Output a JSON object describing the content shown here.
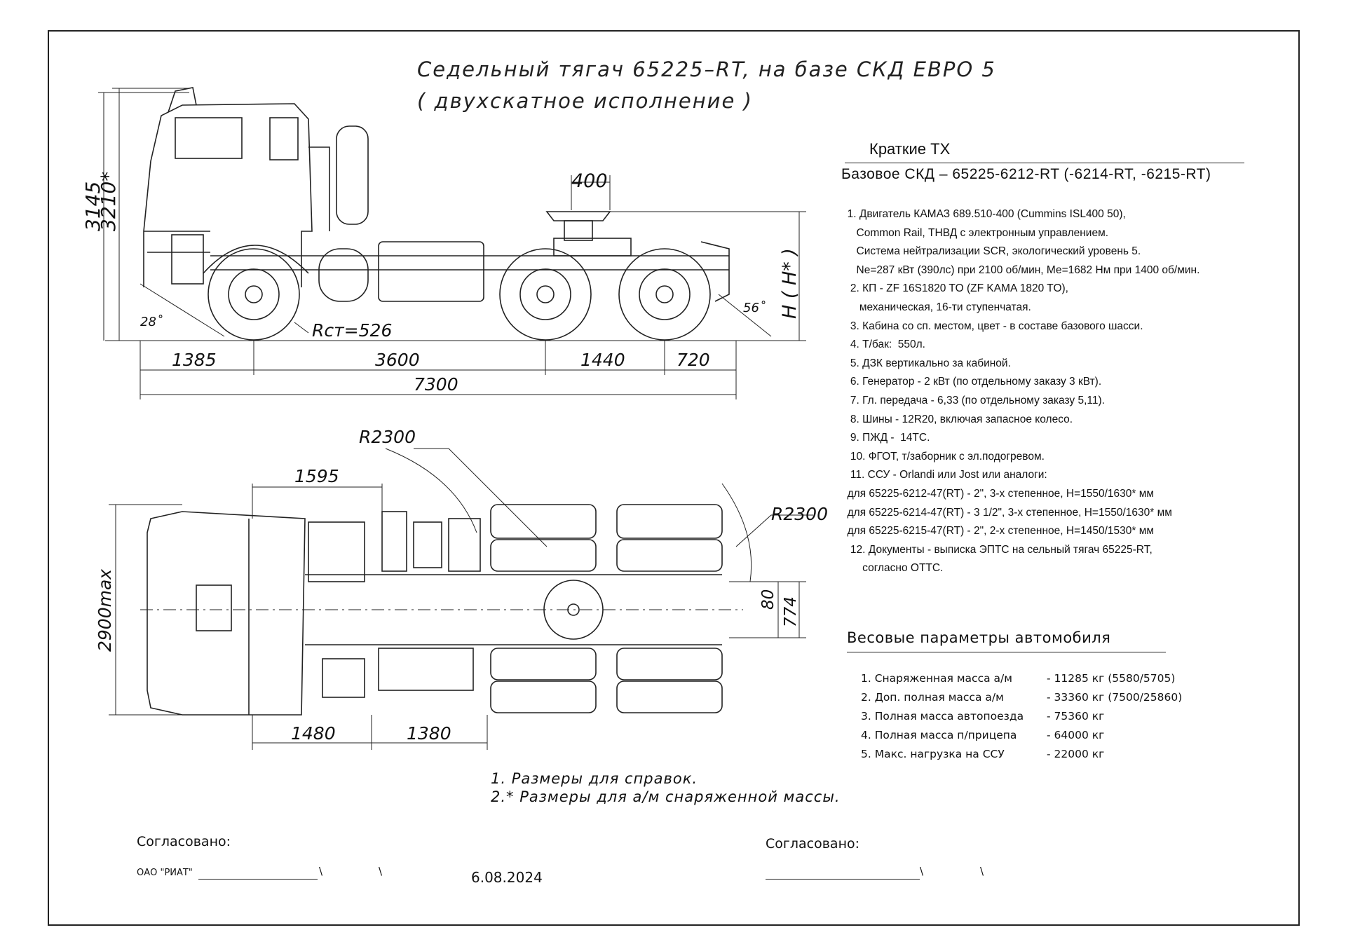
{
  "title": {
    "line1": "Седельный тягач 65225–RT, на базе СКД ЕВРО 5",
    "line2": "( двухскатное исполнение )"
  },
  "side_view": {
    "dims": {
      "height_total": "3145",
      "height_curb": "3210*",
      "fifth_wheel_width": "400",
      "fifth_wheel_height": "H ( H* )",
      "approach_angle": "28˚",
      "departure_angle": "56˚",
      "wheel_radius": "Rст=526",
      "front_overhang": "1385",
      "wheelbase": "3600",
      "bogie_base": "1440",
      "rear_overhang": "720",
      "overall_length": "7300"
    }
  },
  "top_view": {
    "dims": {
      "turn_radius_front": "R2300",
      "turn_radius_rear": "R2300",
      "fifth_wheel_offset": "1595",
      "width_max": "2900max",
      "fifth_wheel_shift": "80",
      "frame_width": "774",
      "dim_bottom_1": "1480",
      "dim_bottom_2": "1380"
    }
  },
  "specs": {
    "heading": "Краткие ТХ",
    "base": "Базовое СКД – 65225-6212-RT (-6214-RT, -6215-RT)",
    "items": [
      "  1. Двигатель КАМАЗ 689.510-400 (Cummins ISL400 50),",
      "     Common Rail, ТНВД с электронным управлением.",
      "     Система нейтрализации SCR, экологический уровень 5.",
      "     Ne=287 кВт (390лс) при 2100 об/мин, Ме=1682 Нм при 1400 об/мин.",
      "   2. КП - ZF 16S1820 TO (ZF KAMA 1820 TO),",
      "      механическая, 16-ти ступенчатая.",
      "   3. Кабина со сп. местом, цвет - в составе базового шасси.",
      "   4. Т/бак:  550л.",
      "   5. ДЗК вертикально за кабиной.",
      "   6. Генератор - 2 кВт (по отдельному заказу 3 кВт).",
      "   7. Гл. передача - 6,33 (по отдельному заказу 5,11).",
      "   8. Шины - 12R20, включая запасное колесо.",
      "   9. ПЖД -  14ТС.",
      "   10. ФГОТ, т/заборник с эл.подогревом.",
      "   11. ССУ - Orlandi или Jost или аналоги:",
      "  для 65225-6212-47(RT) - 2\", 3-х степенное, Н=1550/1630* мм",
      "  для 65225-6214-47(RT) - 3 1/2\", 3-х степенное, Н=1550/1630* мм",
      "  для 65225-6215-47(RT) - 2\", 2-х степенное, Н=1450/1530* мм",
      "   12. Документы - выписка ЭПТС на сельный тягач 65225-RT,",
      "       согласно ОТТС."
    ]
  },
  "weights": {
    "heading": "Весовые параметры автомобиля",
    "rows": [
      {
        "label": "1. Снаряженная масса а/м",
        "value": "- 11285 кг (5580/5705)"
      },
      {
        "label": "2. Доп. полная масса а/м",
        "value": " - 33360 кг (7500/25860)"
      },
      {
        "label": "3. Полная масса автопоезда",
        "value": "  - 75360 кг"
      },
      {
        "label": "4. Полная масса п/прицепа",
        "value": "   - 64000 кг"
      },
      {
        "label": "5. Макс. нагрузка на ССУ",
        "value": "   - 22000 кг"
      }
    ]
  },
  "notes": {
    "n1": "1.  Размеры для справок.",
    "n2": "2.* Размеры для а/м снаряженной массы."
  },
  "signatures": {
    "left_label": "Согласовано:",
    "left_org": "ОАО \"РИАТ\"",
    "right_label": "Согласовано:",
    "slash": "\\",
    "date": "6.08.2024"
  }
}
